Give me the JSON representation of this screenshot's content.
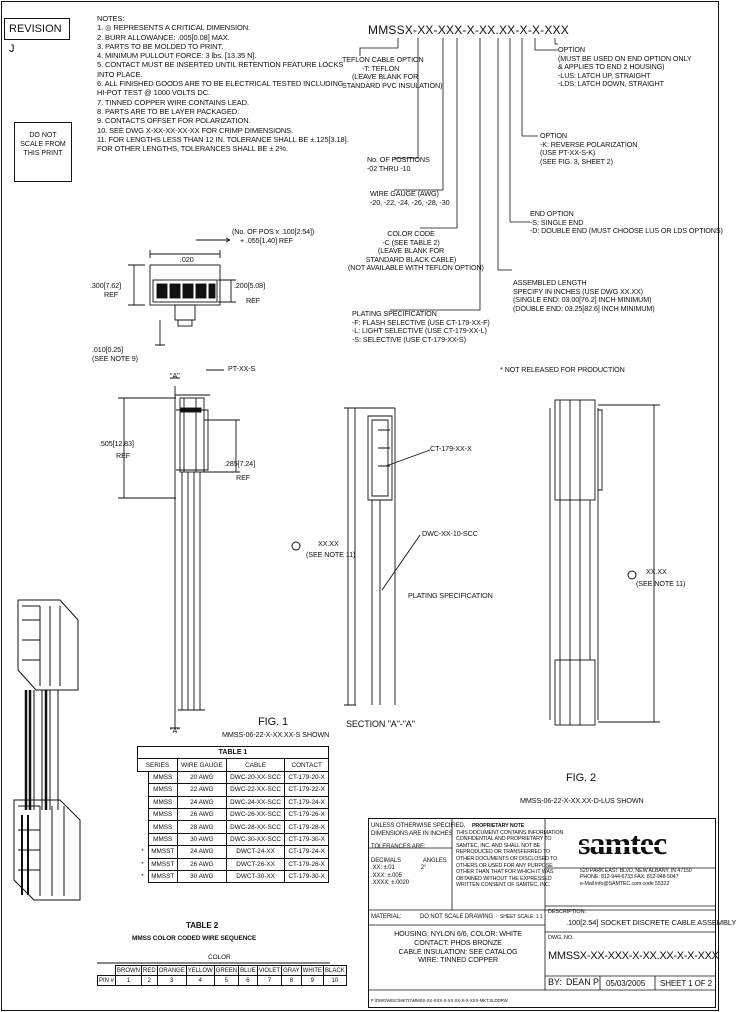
{
  "header": {
    "revision": "REVISION J",
    "do_not_scale": [
      "DO NOT",
      "SCALE FROM",
      "THIS PRINT"
    ],
    "notes_title": "NOTES:",
    "notes": [
      "1. ◎ REPRESENTS A CRITICAL DIMENSION.",
      "2. BURR ALLOWANCE: .005[0.08] MAX.",
      "3. PARTS TO BE MOLDED TO PRINT.",
      "4. MINIMUM PULLOUT FORCE: 3 lbs. [13.35 N].",
      "5. CONTACT MUST BE INSERTED UNTIL RETENTION FEATURE LOCKS",
      "   INTO PLACE.",
      "6. ALL FINISHED GOODS ARE TO BE ELECTRICAL TESTED INCLUDING",
      "   HI-POT TEST @ 1000 VOLTS DC.",
      "7. TINNED COPPER WIRE CONTAINS LEAD.",
      "8. PARTS ARE TO BE LAYER PACKAGED.",
      "9. CONTACTS OFFSET FOR POLARIZATION.",
      "10. SEE DWG X-XX-XX-XX-XX FOR CRIMP DIMENSIONS.",
      "11. FOR LENGTHS LESS THAN 12 IN. TOLERANCE SHALL BE ±.125[3.18].",
      "    FOR OTHER LENGTHS, TOLERANCES SHALL BE ± 2%."
    ]
  },
  "part_number": {
    "code": "MMSSX-XX-XXX-X-XX.XX-X-X-XXX",
    "teflon": [
      "TEFLON CABLE OPTION",
      "-T: TEFLON",
      "(LEAVE BLANK FOR",
      "STANDARD PVC INSULATION)"
    ],
    "positions": [
      "No. OF POSITIONS",
      "-02 THRU -10"
    ],
    "wire_gauge": [
      "WIRE GAUGE (AWG)",
      "-20, -22, -24, -26, -28, -30"
    ],
    "color_code": [
      "COLOR CODE",
      "-C (SEE TABLE 2)",
      "(LEAVE BLANK FOR",
      "STANDARD BLACK CABLE)",
      "(NOT AVAILABLE WITH TEFLON OPTION)"
    ],
    "plating": [
      "PLATING SPECIFICATION",
      "-F: FLASH SELECTIVE (USE CT-179-XX-F)",
      "-L: LIGHT SELECTIVE (USE CT-179-XX-L)",
      "-S: SELECTIVE (USE CT-179-XX-S)"
    ],
    "option": [
      "OPTION",
      "(MUST BE USED ON END OPTION ONLY",
      "& APPLIES TO END 2 HOUSING)",
      "-LUS: LATCH UP, STRAIGHT",
      "-LDS: LATCH DOWN, STRAIGHT"
    ],
    "option2": [
      "OPTION",
      "-K: REVERSE POLARIZATION",
      "(USE PT-XX-S-K)",
      "(SEE FIG. 3, SHEET 2)"
    ],
    "end_option": [
      "END OPTION",
      "-S: SINGLE END",
      "-D: DOUBLE END (MUST CHOOSE LUS OR LDS OPTIONS)"
    ],
    "assembled_length": [
      "ASSEMBLED LENGTH",
      "SPECIFY IN INCHES (USE DWG XX.XX)",
      "(SINGLE END: 03.00[76.2] INCH MINIMUM)",
      "(DOUBLE END: 03.25[82.6] INCH MINIMUM)"
    ],
    "not_released": "* NOT RELEASED FOR PRODUCTION"
  },
  "drawing": {
    "pos_dim": [
      "(No. OF POS x .100[2.54])",
      "+ .055[1.40] REF"
    ],
    "dim_020": ".020",
    "dim_300a": ".300[7.62]",
    "dim_200": ".200[5.08]",
    "ref": "REF",
    "dim_010": ".010[0.25]",
    "see_note9": "(SEE NOTE 9)",
    "section_mark": "\"A\"",
    "pt_label": "PT-XX-S",
    "dim_505": ".505[12.83]",
    "dim_285": ".285[7.24]",
    "ct_label": "CT-179-XX-X",
    "dwc_label": "DWC-XX-10-SCC",
    "xx_xx": "XX.XX",
    "see_note11": "(SEE NOTE 11)",
    "plating_spec": "PLATING SPECIFICATION",
    "fig1": "FIG. 1",
    "fig1_caption": "MMSS-06-22-X-XX.XX-S SHOWN",
    "section_aa": "SECTION \"A\"-\"A\"",
    "fig2": "FIG. 2",
    "fig2_caption": "MMSS-06-22-X-XX.XX-D-LUS SHOWN"
  },
  "table1": {
    "title": "TABLE 1",
    "headers": [
      "SERIES",
      "WIRE GAUGE",
      "CABLE",
      "CONTACT"
    ],
    "rows": [
      {
        "mark": "",
        "series": "MMSS",
        "gauge": "20 AWG",
        "cable": "DWC-20-XX-SCC",
        "contact": "CT-179-20-X"
      },
      {
        "mark": "",
        "series": "MMSS",
        "gauge": "22 AWG",
        "cable": "DWC-22-XX-SCC",
        "contact": "CT-179-22-X"
      },
      {
        "mark": "",
        "series": "MMSS",
        "gauge": "24 AWG",
        "cable": "DWC-24-XX-SCC",
        "contact": "CT-179-24-X"
      },
      {
        "mark": "",
        "series": "MMSS",
        "gauge": "26 AWG",
        "cable": "DWC-26-XX-SCC",
        "contact": "CT-179-26-X"
      },
      {
        "mark": "",
        "series": "MMSS",
        "gauge": "28 AWG",
        "cable": "DWC-28-XX-SCC",
        "contact": "CT-179-28-X"
      },
      {
        "mark": "",
        "series": "MMSS",
        "gauge": "30 AWG",
        "cable": "DWC-30-XX-SCC",
        "contact": "CT-179-30-X"
      },
      {
        "mark": "*",
        "series": "MMSST",
        "gauge": "24 AWG",
        "cable": "DWCT-24-XX",
        "contact": "CT-179-24-X"
      },
      {
        "mark": "*",
        "series": "MMSST",
        "gauge": "26 AWG",
        "cable": "DWCT-26-XX",
        "contact": "CT-179-26-X"
      },
      {
        "mark": "*",
        "series": "MMSST",
        "gauge": "30 AWG",
        "cable": "DWCT-30-XX",
        "contact": "CT-179-30-X"
      }
    ]
  },
  "table2": {
    "title": "TABLE 2",
    "subtitle": "MMSS COLOR CODED WIRE SEQUENCE",
    "color_header": "COLOR",
    "colors": [
      "BROWN",
      "RED",
      "ORANGE",
      "YELLOW",
      "GREEN",
      "BLUE",
      "VIOLET",
      "GRAY",
      "WHITE",
      "BLACK"
    ],
    "pin_label": "PIN #",
    "pins": [
      "1",
      "2",
      "3",
      "4",
      "5",
      "6",
      "7",
      "8",
      "9",
      "10"
    ]
  },
  "title_block": {
    "unless": [
      "UNLESS OTHERWISE SPECIFIED,",
      "DIMENSIONS ARE IN INCHES",
      "TOLERANCES ARE:"
    ],
    "decimal": "DECIMALS",
    "angles": "ANGLES",
    "tol1": ".XX: ±.01",
    "tol2": ".XXX: ±.005",
    "tol3": ".XXXX: ±.0020",
    "angle_tol": "2°",
    "proprietary_title": "PROPRIETARY NOTE",
    "proprietary": [
      "THIS DOCUMENT CONTAINS INFORMATION",
      "CONFIDENTIAL AND PROPRIETARY TO",
      "SAMTEC, INC. AND SHALL NOT BE",
      "REPRODUCED OR TRANSFERRED TO",
      "OTHER DOCUMENTS OR DISCLOSED TO",
      "OTHERS OR USED FOR ANY PURPOSE",
      "OTHER THAN THAT FOR WHICH IT WAS",
      "OBTAINED WITHOUT THE EXPRESSED",
      "WRITTEN CONSENT OF SAMTEC, INC."
    ],
    "material_label": "MATERIAL:",
    "do_not_scale": "DO NOT SCALE DRAWING",
    "sheet_scale": "SHEET SCALE: 1:1",
    "materials": [
      "HOUSING: NYLON 6/6, COLOR: WHITE",
      "CONTACT: PHOS BRONZE",
      "CABLE INSULATION: SEE CATALOG",
      "WIRE: TINNED COPPER"
    ],
    "path": "F:\\DWG\\MISC\\MKTG\\MMSS-XX-XXX-X-XX.XX-X-X-XXX-MKT.SLDDRW",
    "logo": "samtec",
    "address": [
      "520 PARK EAST BLVD, NEW ALBANY, IN 47150",
      "PHONE: 812-944-6733  FAX: 812-948-5047",
      "e-Mail info@SAMTEC.com  code 55322"
    ],
    "description_label": "DESCRIPTION:",
    "description": ".100[2.54] SOCKET DISCRETE CABLE ASSEMBLY",
    "dwg_label": "DWG. NO.",
    "dwg_no": "MMSSX-XX-XXX-X-XX.XX-X-X-XXX",
    "by_label": "BY:",
    "by": "DEAN P",
    "date": "05/03/2005",
    "sheet": "SHEET 1 OF 2"
  }
}
